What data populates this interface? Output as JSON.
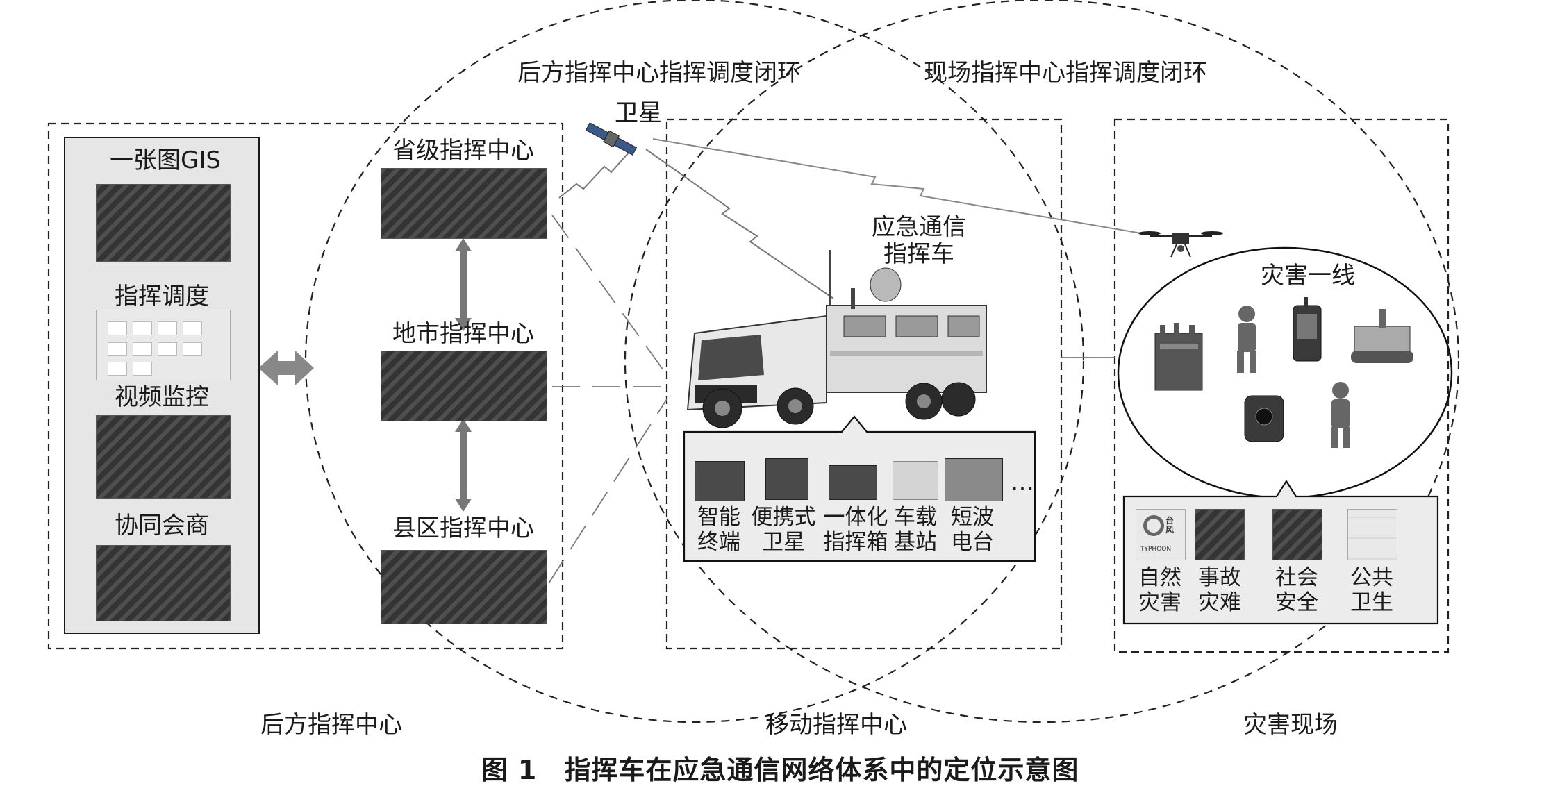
{
  "loops": {
    "rear_loop": "后方指挥中心指挥调度闭环",
    "field_loop": "现场指挥中心指挥调度闭环"
  },
  "satellite_label": "卫星",
  "rear_panel": {
    "items": [
      "一张图GIS",
      "指挥调度",
      "视频监控",
      "协同会商"
    ]
  },
  "hierarchy": {
    "province": "省级指挥中心",
    "city": "地市指挥中心",
    "county": "县区指挥中心"
  },
  "vehicle": {
    "label_line1": "应急通信",
    "label_line2": "指挥车"
  },
  "equipment": [
    {
      "line1": "智能",
      "line2": "终端"
    },
    {
      "line1": "便携式",
      "line2": "卫星"
    },
    {
      "line1": "一体化",
      "line2": "指挥箱"
    },
    {
      "line1": "车载",
      "line2": "基站"
    },
    {
      "line1": "短波",
      "line2": "电台"
    }
  ],
  "equipment_more": "…",
  "frontline": {
    "label": "灾害一线"
  },
  "disaster_types": [
    {
      "line1": "自然",
      "line2": "灾害"
    },
    {
      "line1": "事故",
      "line2": "灾难"
    },
    {
      "line1": "社会",
      "line2": "安全"
    },
    {
      "line1": "公共",
      "line2": "卫生"
    }
  ],
  "typhoon_badge": {
    "cn": "台风",
    "en": "TYPHOON"
  },
  "regions": {
    "rear": "后方指挥中心",
    "mobile": "移动指挥中心",
    "site": "灾害现场"
  },
  "caption": "图 1　指挥车在应急通信网络体系中的定位示意图"
}
